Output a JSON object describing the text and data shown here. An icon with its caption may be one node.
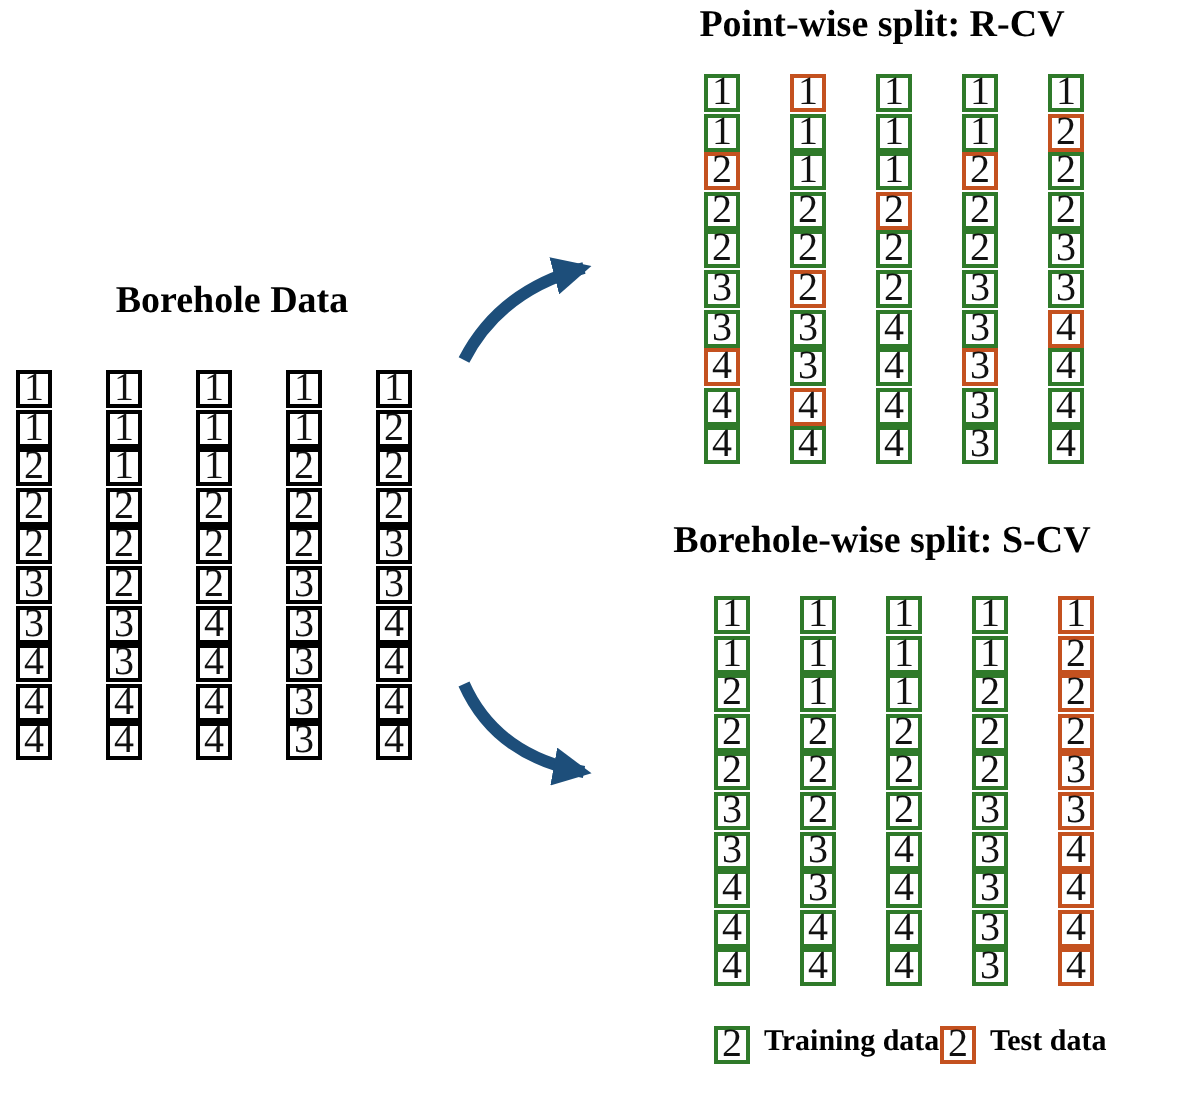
{
  "diagram": {
    "nodes": [
      {
        "text": [
          "Borehole Data"
        ]
      },
      {
        "text": [
          "1"
        ],
        "in": 0
      },
      {
        "text": [
          "1"
        ],
        "in": 0
      },
      {
        "text": [
          "2"
        ],
        "in": 0
      },
      {
        "text": [
          "2"
        ],
        "in": 0
      },
      {
        "text": [
          "2"
        ],
        "in": 0
      },
      {
        "text": [
          "3"
        ],
        "in": 0
      },
      {
        "text": [
          "3"
        ],
        "in": 0
      },
      {
        "text": [
          "4"
        ],
        "in": 0
      },
      {
        "text": [
          "4"
        ],
        "in": 0
      },
      {
        "text": [
          "4"
        ],
        "in": 0
      },
      {
        "text": [
          "1"
        ],
        "in": 0
      },
      {
        "text": [
          "1"
        ],
        "in": 0
      },
      {
        "text": [
          "1"
        ],
        "in": 0
      },
      {
        "text": [
          "2"
        ],
        "in": 0
      },
      {
        "text": [
          "2"
        ],
        "in": 0
      },
      {
        "text": [
          "2"
        ],
        "in": 0
      },
      {
        "text": [
          "3"
        ],
        "in": 0
      },
      {
        "text": [
          "3"
        ],
        "in": 0
      },
      {
        "text": [
          "4"
        ],
        "in": 0
      },
      {
        "text": [
          "4"
        ],
        "in": 0
      },
      {
        "text": [
          "1"
        ],
        "in": 0
      },
      {
        "text": [
          "1"
        ],
        "in": 0
      },
      {
        "text": [
          "1"
        ],
        "in": 0
      },
      {
        "text": [
          "2"
        ],
        "in": 0
      },
      {
        "text": [
          "2"
        ],
        "in": 0
      },
      {
        "text": [
          "2"
        ],
        "in": 0
      },
      {
        "text": [
          "4"
        ],
        "in": 0
      },
      {
        "text": [
          "4"
        ],
        "in": 0
      },
      {
        "text": [
          "4"
        ],
        "in": 0
      },
      {
        "text": [
          "4"
        ],
        "in": 0
      },
      {
        "text": [
          "1"
        ],
        "in": 0
      },
      {
        "text": [
          "1"
        ],
        "in": 0
      },
      {
        "text": [
          "2"
        ],
        "in": 0
      },
      {
        "text": [
          "2"
        ],
        "in": 0
      },
      {
        "text": [
          "2"
        ],
        "in": 0
      },
      {
        "text": [
          "3"
        ],
        "in": 0
      },
      {
        "text": [
          "3"
        ],
        "in": 0
      },
      {
        "text": [
          "3"
        ],
        "in": 0
      },
      {
        "text": [
          "3"
        ],
        "in": 0
      },
      {
        "text": [
          "3"
        ],
        "in": 0
      },
      {
        "text": [
          "1"
        ],
        "in": 0
      },
      {
        "text": [
          "2"
        ],
        "in": 0
      },
      {
        "text": [
          "2"
        ],
        "in": 0
      },
      {
        "text": [
          "2"
        ],
        "in": 0
      },
      {
        "text": [
          "3"
        ],
        "in": 0
      },
      {
        "text": [
          "3"
        ],
        "in": 0
      },
      {
        "text": [
          "4"
        ],
        "in": 0
      },
      {
        "text": [
          "4"
        ],
        "in": 0
      },
      {
        "text": [
          "4"
        ],
        "in": 0
      },
      {
        "text": [
          "4"
        ],
        "in": 0
      },
      {
        "text": [
          "Point-wise split: R-CV"
        ]
      },
      {
        "text": [
          "1"
        ],
        "in": 51
      },
      {
        "text": [
          "1"
        ],
        "in": 51
      },
      {
        "text": [
          "2"
        ],
        "in": 51
      },
      {
        "text": [
          "2"
        ],
        "in": 51
      },
      {
        "text": [
          "2"
        ],
        "in": 51
      },
      {
        "text": [
          "3"
        ],
        "in": 51
      },
      {
        "text": [
          "3"
        ],
        "in": 51
      },
      {
        "text": [
          "4"
        ],
        "in": 51
      },
      {
        "text": [
          "4"
        ],
        "in": 51
      },
      {
        "text": [
          "4"
        ],
        "in": 51
      },
      {
        "text": [
          "1"
        ],
        "in": 51
      },
      {
        "text": [
          "1"
        ],
        "in": 51
      },
      {
        "text": [
          "1"
        ],
        "in": 51
      },
      {
        "text": [
          "2"
        ],
        "in": 51
      },
      {
        "text": [
          "2"
        ],
        "in": 51
      },
      {
        "text": [
          "2"
        ],
        "in": 51
      },
      {
        "text": [
          "3"
        ],
        "in": 51
      },
      {
        "text": [
          "3"
        ],
        "in": 51
      },
      {
        "text": [
          "4"
        ],
        "in": 51
      },
      {
        "text": [
          "4"
        ],
        "in": 51
      },
      {
        "text": [
          "1"
        ],
        "in": 51
      },
      {
        "text": [
          "1"
        ],
        "in": 51
      },
      {
        "text": [
          "1"
        ],
        "in": 51
      },
      {
        "text": [
          "2"
        ],
        "in": 51
      },
      {
        "text": [
          "2"
        ],
        "in": 51
      },
      {
        "text": [
          "2"
        ],
        "in": 51
      },
      {
        "text": [
          "4"
        ],
        "in": 51
      },
      {
        "text": [
          "4"
        ],
        "in": 51
      },
      {
        "text": [
          "4"
        ],
        "in": 51
      },
      {
        "text": [
          "4"
        ],
        "in": 51
      },
      {
        "text": [
          "1"
        ],
        "in": 51
      },
      {
        "text": [
          "1"
        ],
        "in": 51
      },
      {
        "text": [
          "2"
        ],
        "in": 51
      },
      {
        "text": [
          "2"
        ],
        "in": 51
      },
      {
        "text": [
          "2"
        ],
        "in": 51
      },
      {
        "text": [
          "3"
        ],
        "in": 51
      },
      {
        "text": [
          "3"
        ],
        "in": 51
      },
      {
        "text": [
          "3"
        ],
        "in": 51
      },
      {
        "text": [
          "3"
        ],
        "in": 51
      },
      {
        "text": [
          "3"
        ],
        "in": 51
      },
      {
        "text": [
          "1"
        ],
        "in": 51
      },
      {
        "text": [
          "2"
        ],
        "in": 51
      },
      {
        "text": [
          "2"
        ],
        "in": 51
      },
      {
        "text": [
          "2"
        ],
        "in": 51
      },
      {
        "text": [
          "3"
        ],
        "in": 51
      },
      {
        "text": [
          "3"
        ],
        "in": 51
      },
      {
        "text": [
          "4"
        ],
        "in": 51
      },
      {
        "text": [
          "4"
        ],
        "in": 51
      },
      {
        "text": [
          "4"
        ],
        "in": 51
      },
      {
        "text": [
          "4"
        ],
        "in": 51
      },
      {
        "text": [
          "Borehole-wise split: S-CV"
        ]
      },
      {
        "text": [
          "1"
        ],
        "in": 102
      },
      {
        "text": [
          "1"
        ],
        "in": 102
      },
      {
        "text": [
          "2"
        ],
        "in": 102
      },
      {
        "text": [
          "2"
        ],
        "in": 102
      },
      {
        "text": [
          "2"
        ],
        "in": 102
      },
      {
        "text": [
          "3"
        ],
        "in": 102
      },
      {
        "text": [
          "3"
        ],
        "in": 102
      },
      {
        "text": [
          "4"
        ],
        "in": 102
      },
      {
        "text": [
          "4"
        ],
        "in": 102
      },
      {
        "text": [
          "4"
        ],
        "in": 102
      },
      {
        "text": [
          "1"
        ],
        "in": 102
      },
      {
        "text": [
          "1"
        ],
        "in": 102
      },
      {
        "text": [
          "1"
        ],
        "in": 102
      },
      {
        "text": [
          "2"
        ],
        "in": 102
      },
      {
        "text": [
          "2"
        ],
        "in": 102
      },
      {
        "text": [
          "2"
        ],
        "in": 102
      },
      {
        "text": [
          "3"
        ],
        "in": 102
      },
      {
        "text": [
          "3"
        ],
        "in": 102
      },
      {
        "text": [
          "4"
        ],
        "in": 102
      },
      {
        "text": [
          "4"
        ],
        "in": 102
      },
      {
        "text": [
          "1"
        ],
        "in": 102
      },
      {
        "text": [
          "1"
        ],
        "in": 102
      },
      {
        "text": [
          "1"
        ],
        "in": 102
      },
      {
        "text": [
          "2"
        ],
        "in": 102
      },
      {
        "text": [
          "2"
        ],
        "in": 102
      },
      {
        "text": [
          "2"
        ],
        "in": 102
      },
      {
        "text": [
          "4"
        ],
        "in": 102
      },
      {
        "text": [
          "4"
        ],
        "in": 102
      },
      {
        "text": [
          "4"
        ],
        "in": 102
      },
      {
        "text": [
          "4"
        ],
        "in": 102
      },
      {
        "text": [
          "1"
        ],
        "in": 102
      },
      {
        "text": [
          "1"
        ],
        "in": 102
      },
      {
        "text": [
          "2"
        ],
        "in": 102
      },
      {
        "text": [
          "2"
        ],
        "in": 102
      },
      {
        "text": [
          "2"
        ],
        "in": 102
      },
      {
        "text": [
          "3"
        ],
        "in": 102
      },
      {
        "text": [
          "3"
        ],
        "in": 102
      },
      {
        "text": [
          "3"
        ],
        "in": 102
      },
      {
        "text": [
          "3"
        ],
        "in": 102
      },
      {
        "text": [
          "3"
        ],
        "in": 102
      },
      {
        "text": [
          "1"
        ],
        "in": 102
      },
      {
        "text": [
          "2"
        ],
        "in": 102
      },
      {
        "text": [
          "2"
        ],
        "in": 102
      },
      {
        "text": [
          "2"
        ],
        "in": 102
      },
      {
        "text": [
          "3"
        ],
        "in": 102
      },
      {
        "text": [
          "3"
        ],
        "in": 102
      },
      {
        "text": [
          "4"
        ],
        "in": 102
      },
      {
        "text": [
          "4"
        ],
        "in": 102
      },
      {
        "text": [
          "4"
        ],
        "in": 102
      },
      {
        "text": [
          "4"
        ],
        "in": 102
      }
    ],
    "edges": [
      {
        "from": 0,
        "to": 51,
        "arrow": "to"
      },
      {
        "from": 0,
        "to": 102,
        "arrow": "to"
      }
    ],
    "labels": [
      "2",
      "2"
    ],
    "legend": [
      {
        "text": "Training data",
        "color": "#2f7a2a"
      },
      {
        "text": "Test data",
        "color": "#c4511f"
      }
    ]
  }
}
